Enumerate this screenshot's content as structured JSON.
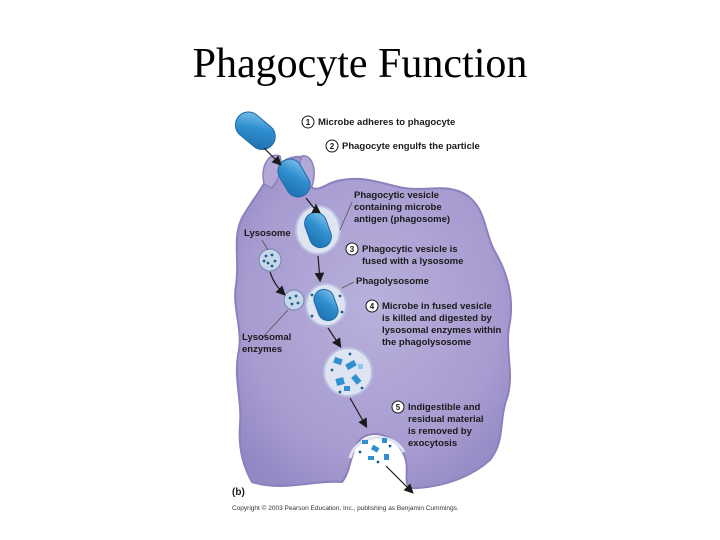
{
  "slide": {
    "title": "Phagocyte Function"
  },
  "diagram": {
    "steps": [
      {
        "number": "1",
        "text": "Microbe adheres to phagocyte"
      },
      {
        "number": "2",
        "text": "Phagocyte engulfs the particle"
      },
      {
        "number": "3",
        "lines": [
          "Phagocytic vesicle is",
          "fused with a lysosome"
        ]
      },
      {
        "number": "4",
        "lines": [
          "Microbe in fused vesicle",
          "is killed and digested by",
          "lysosomal enzymes within",
          "the phagolysosome"
        ]
      },
      {
        "number": "5",
        "lines": [
          "Indigestible and",
          "residual material",
          "is removed by",
          "exocytosis"
        ]
      }
    ],
    "labels": {
      "phagosome": [
        "Phagocytic vesicle",
        "containing microbe",
        "antigen (phagosome)"
      ],
      "lysosome": "Lysosome",
      "phagolysosome": "Phagolysosome",
      "enzymes": [
        "Lysosomal",
        "enzymes"
      ]
    },
    "panel_label": "(b)",
    "copyright": "Copyright © 2003 Pearson Education, Inc., publishing as Benjamin Cummings."
  },
  "colors": {
    "cell_fill": "#a79bd0",
    "cell_edge": "#8c80bd",
    "microbe": "#2f8fd0",
    "microbe_light": "#8cc8ee",
    "vesicle": "#dfe4f3",
    "arrow": "#1a1a1a"
  }
}
